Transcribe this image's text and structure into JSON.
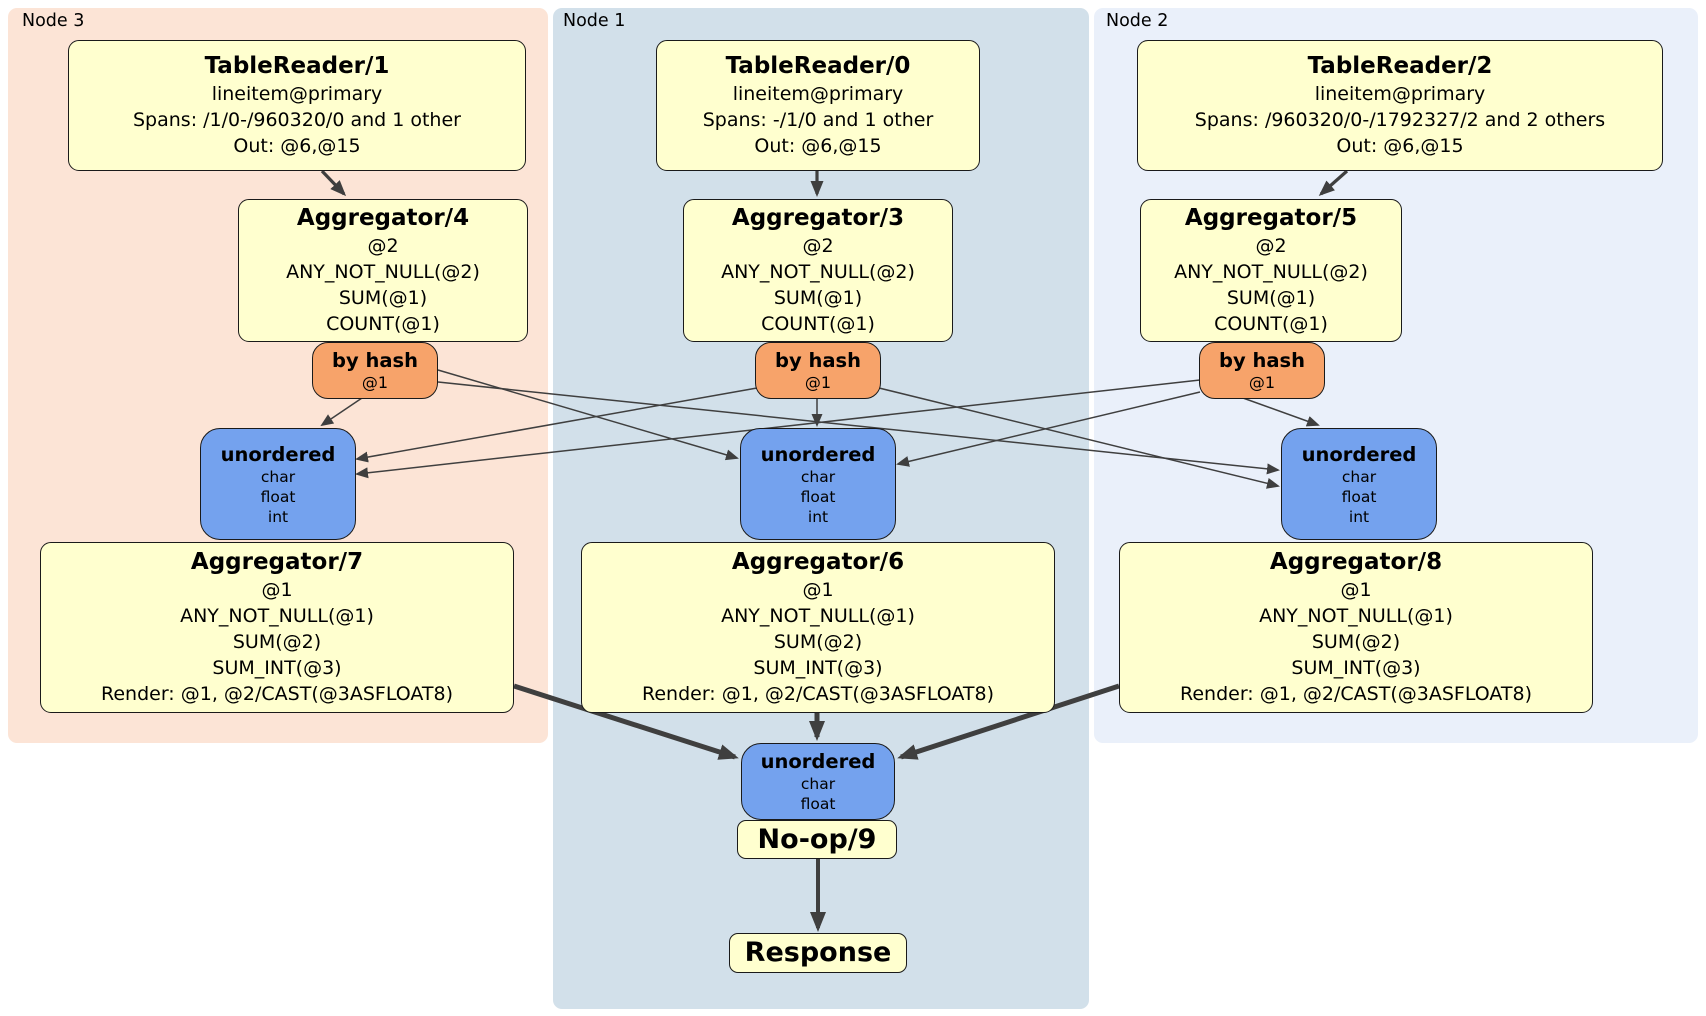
{
  "panels": {
    "node3": {
      "label": "Node 3"
    },
    "node1": {
      "label": "Node 1"
    },
    "node2": {
      "label": "Node 2"
    }
  },
  "processors": {
    "tr1": {
      "title": "TableReader/1",
      "lines": [
        "lineitem@primary",
        "Spans: /1/0-/960320/0 and 1 other",
        "Out: @6,@15"
      ]
    },
    "tr0": {
      "title": "TableReader/0",
      "lines": [
        "lineitem@primary",
        "Spans: -/1/0 and 1 other",
        "Out: @6,@15"
      ]
    },
    "tr2": {
      "title": "TableReader/2",
      "lines": [
        "lineitem@primary",
        "Spans: /960320/0-/1792327/2 and 2 others",
        "Out: @6,@15"
      ]
    },
    "agg4": {
      "title": "Aggregator/4",
      "lines": [
        "@2",
        "ANY_NOT_NULL(@2)",
        "SUM(@1)",
        "COUNT(@1)"
      ]
    },
    "agg3": {
      "title": "Aggregator/3",
      "lines": [
        "@2",
        "ANY_NOT_NULL(@2)",
        "SUM(@1)",
        "COUNT(@1)"
      ]
    },
    "agg5": {
      "title": "Aggregator/5",
      "lines": [
        "@2",
        "ANY_NOT_NULL(@2)",
        "SUM(@1)",
        "COUNT(@1)"
      ]
    },
    "agg7": {
      "title": "Aggregator/7",
      "lines": [
        "@1",
        "ANY_NOT_NULL(@1)",
        "SUM(@2)",
        "SUM_INT(@3)",
        "Render: @1, @2/CAST(@3ASFLOAT8)"
      ]
    },
    "agg6": {
      "title": "Aggregator/6",
      "lines": [
        "@1",
        "ANY_NOT_NULL(@1)",
        "SUM(@2)",
        "SUM_INT(@3)",
        "Render: @1, @2/CAST(@3ASFLOAT8)"
      ]
    },
    "agg8": {
      "title": "Aggregator/8",
      "lines": [
        "@1",
        "ANY_NOT_NULL(@1)",
        "SUM(@2)",
        "SUM_INT(@3)",
        "Render: @1, @2/CAST(@3ASFLOAT8)"
      ]
    },
    "noop": {
      "title": "No-op/9"
    },
    "response": {
      "title": "Response"
    }
  },
  "routers": {
    "hash3": {
      "title": "by hash",
      "detail": "@1"
    },
    "hash1": {
      "title": "by hash",
      "detail": "@1"
    },
    "hash2": {
      "title": "by hash",
      "detail": "@1"
    }
  },
  "syncs": {
    "u3": {
      "title": "unordered",
      "types": [
        "char",
        "float",
        "int"
      ]
    },
    "u1": {
      "title": "unordered",
      "types": [
        "char",
        "float",
        "int"
      ]
    },
    "u2": {
      "title": "unordered",
      "types": [
        "char",
        "float",
        "int"
      ]
    },
    "ufinal": {
      "title": "unordered",
      "types": [
        "char",
        "float"
      ]
    }
  },
  "colors": {
    "node3_panel": "#fce4d6",
    "node1_panel": "#d2e0ea",
    "node2_panel": "#eaf0fa",
    "processor_box": "#ffffcf",
    "hash_router_box": "#f7a36a",
    "sync_box": "#74a2ee",
    "edge": "#3f3f3f"
  }
}
